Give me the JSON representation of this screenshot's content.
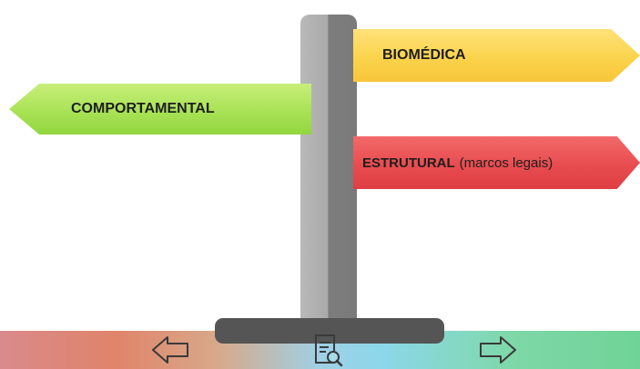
{
  "signs": {
    "biomedica": "BIOMÉDICA",
    "comportamental": "COMPORTAMENTAL",
    "estrutural": "ESTRUTURAL",
    "estrutural_note": "(marcos legais)"
  },
  "icons": {
    "prev": "arrow-left-icon",
    "search": "document-search-icon",
    "next": "arrow-right-icon"
  },
  "colors": {
    "yellow_sign": "#fbd34c",
    "green_sign": "#a9e256",
    "red_sign": "#e84c4f",
    "post": "#9a9a9a",
    "base": "#555555"
  }
}
